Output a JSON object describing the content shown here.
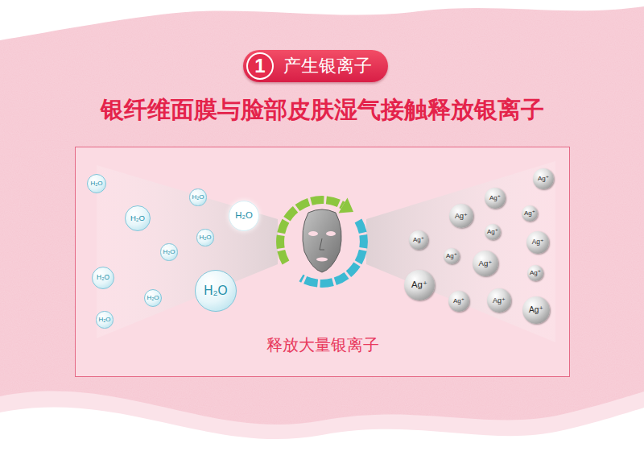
{
  "diagram": {
    "title": "银纤维面膜与脸部皮肤湿气接触释放银离子",
    "nodes": [
      {
        "text": [
          "产生银离子"
        ]
      },
      {
        "text": [
          "1"
        ],
        "in": 0
      },
      {
        "text": [
          "释放大量银离子"
        ]
      },
      {
        "text": [
          "H₂O"
        ],
        "in": 2
      },
      {
        "text": [
          "H₂O"
        ],
        "in": 2
      },
      {
        "text": [
          "H₂O"
        ],
        "in": 2
      },
      {
        "text": [
          "H₂O"
        ],
        "in": 2
      },
      {
        "text": [
          "H₂O"
        ],
        "in": 2
      },
      {
        "text": [
          "H₂O"
        ],
        "in": 2
      },
      {
        "text": [
          "H₂O"
        ],
        "in": 2
      },
      {
        "text": [
          "H₂O"
        ],
        "in": 2
      },
      {
        "text": [
          "H₂O"
        ],
        "in": 2
      },
      {
        "text": [
          "H₂O"
        ],
        "in": 2
      },
      {
        "text": [
          "Ag⁺"
        ],
        "in": 2
      },
      {
        "text": [
          "Ag⁺"
        ],
        "in": 2
      },
      {
        "text": [
          "Ag⁺"
        ],
        "in": 2
      },
      {
        "text": [
          "Ag⁺"
        ],
        "in": 2
      },
      {
        "text": [
          "Ag⁺"
        ],
        "in": 2
      },
      {
        "text": [
          "Ag⁺"
        ],
        "in": 2
      },
      {
        "text": [
          "Ag⁺"
        ],
        "in": 2
      },
      {
        "text": [
          "Ag⁺"
        ],
        "in": 2
      },
      {
        "text": [
          "Ag⁺"
        ],
        "in": 2
      },
      {
        "text": [
          "Ag⁺"
        ],
        "in": 2
      },
      {
        "text": [
          "Ag⁺"
        ],
        "in": 2
      },
      {
        "text": [
          "Ag⁺"
        ],
        "in": 2
      },
      {
        "text": [
          "Ag⁺"
        ],
        "in": 2
      },
      {
        "text": [
          "Ag⁺"
        ],
        "in": 2
      }
    ]
  }
}
